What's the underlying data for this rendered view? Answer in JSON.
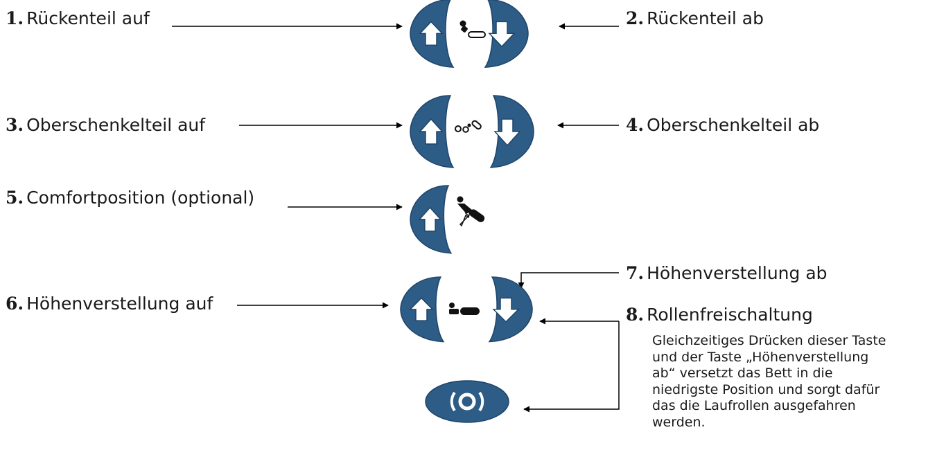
{
  "labels": {
    "l1": {
      "num": "1.",
      "text": "Rückenteil auf"
    },
    "l2": {
      "num": "2.",
      "text": "Rückenteil ab"
    },
    "l3": {
      "num": "3.",
      "text": "Oberschenkelteil auf"
    },
    "l4": {
      "num": "4.",
      "text": "Oberschenkelteil ab"
    },
    "l5": {
      "num": "5.",
      "text": "Comfortposition (optional)"
    },
    "l6": {
      "num": "6.",
      "text": "Höhenverstellung auf"
    },
    "l7": {
      "num": "7.",
      "text": "Höhenverstellung ab"
    },
    "l8": {
      "num": "8.",
      "text": "Rollenfreischaltung"
    }
  },
  "description": "Gleichzeitiges Drücken dieser Taste\nund der Taste „Höhenverstellung\nab“ versetzt das Bett in die\nniedrigste Position und sorgt dafür\ndas die Laufrollen ausgefahren\nwerden.",
  "colors": {
    "button": "#2d5c86",
    "button_dark": "#1e4468",
    "text": "#1a1a1a",
    "icon_fill": "#ffffff"
  },
  "icons": {
    "up": "arrow-up-icon",
    "down": "arrow-down-icon",
    "backrest": "backrest-icon",
    "thigh": "thigh-section-icon",
    "comfort": "comfort-position-icon",
    "height": "height-adjust-icon",
    "castor": "castor-release-icon"
  }
}
